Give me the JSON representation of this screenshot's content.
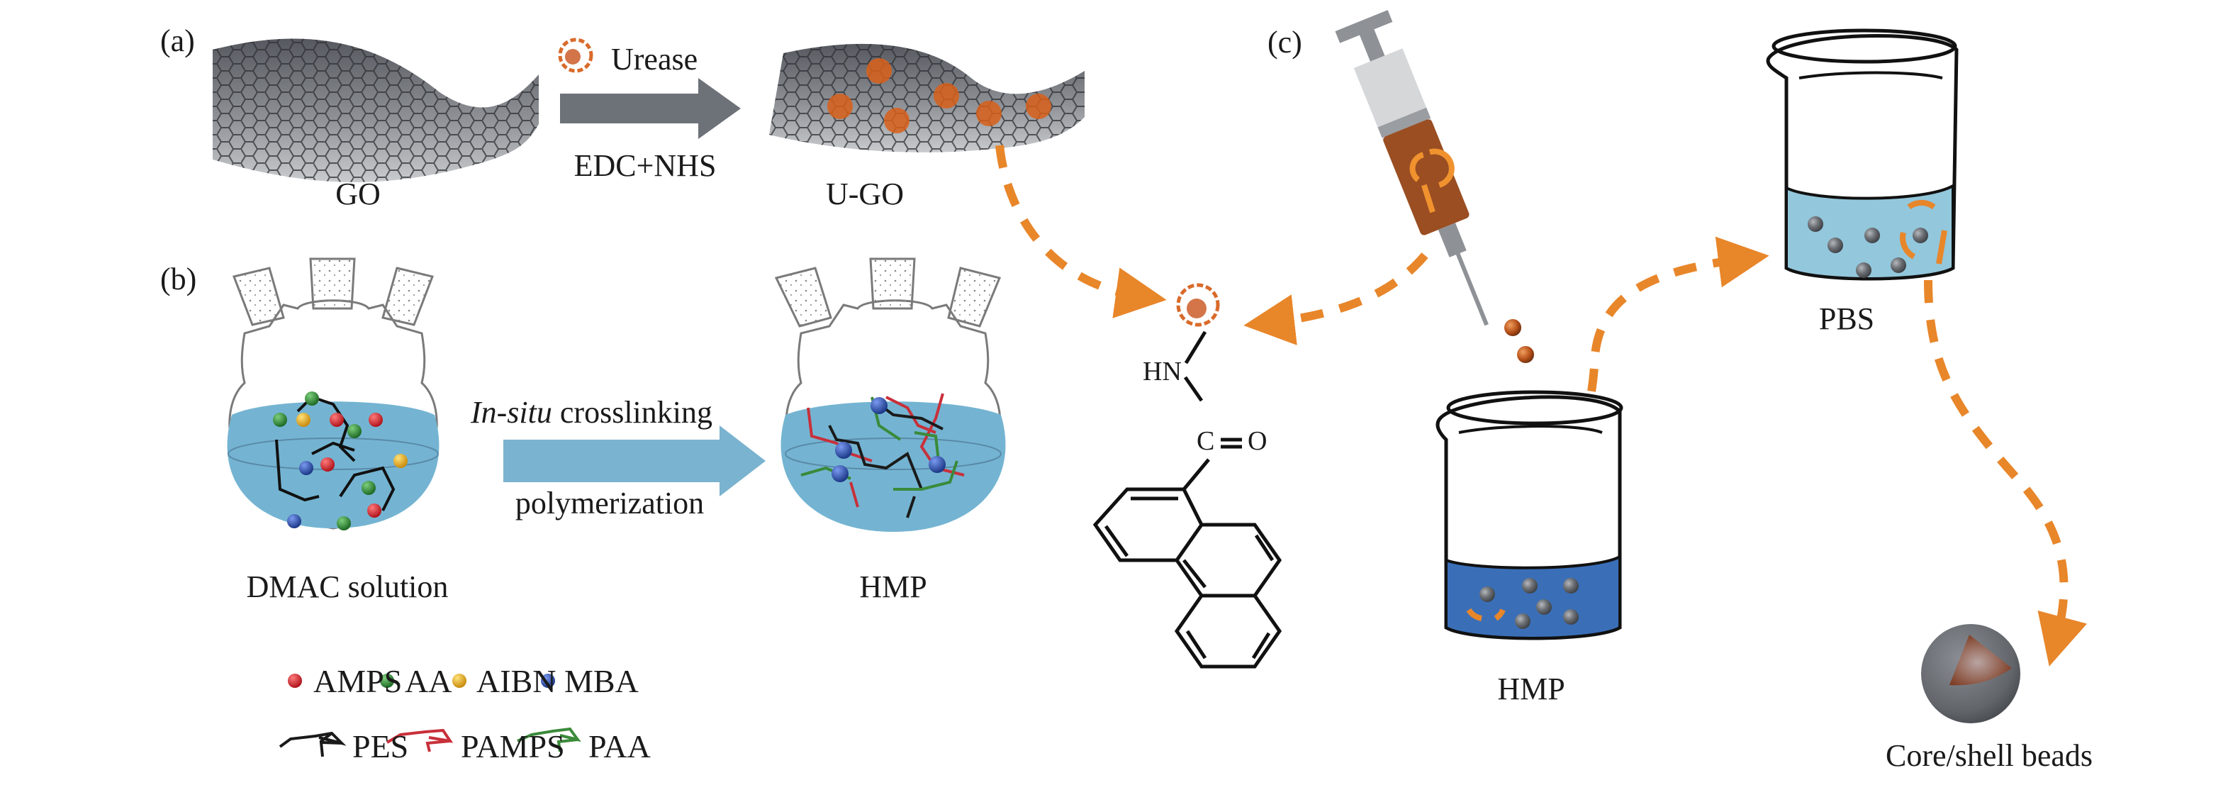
{
  "figure": {
    "panels": {
      "a": {
        "label": "(a)",
        "start_material": "GO",
        "reagent": "Urease",
        "conditions": "EDC+NHS",
        "product": "U-GO"
      },
      "b": {
        "label": "(b)",
        "start_label": "DMAC solution",
        "process_italic": "In-situ",
        "process_rest": " crosslinking",
        "process_line2": "polymerization",
        "product": "HMP",
        "legend": {
          "monomers": [
            {
              "name": "AMPS",
              "color": "#c0222a"
            },
            {
              "name": "AA",
              "color": "#2e7d32"
            },
            {
              "name": "AIBN",
              "color": "#e0a81a"
            },
            {
              "name": "MBA",
              "color": "#2848a0"
            }
          ],
          "polymers": [
            {
              "name": "PES",
              "color": "#1a1a1a"
            },
            {
              "name": "PAMPS",
              "color": "#c8303a"
            },
            {
              "name": "PAA",
              "color": "#3a8a3a"
            }
          ]
        }
      },
      "c": {
        "label": "(c)",
        "molecule_hn": "HN",
        "molecule_c": "C",
        "molecule_o": "O",
        "beaker1_label": "HMP",
        "beaker2_label": "PBS",
        "product_label": "Core/shell beads"
      }
    },
    "colors": {
      "arrow_orange": "#e8862a",
      "graphene_grey": "#6b6e73",
      "process_arrow_grey": "#6d7178",
      "process_arrow_blue": "#7ab3cf",
      "flask_liquid": "#74b4d2",
      "hmp_liquid": "#3a6fb8",
      "pbs_liquid": "#93c7dc",
      "syringe_brown": "#9a4e22",
      "bead_grey": "#6a6d72",
      "bead_core": "#8a4a30",
      "urease": "#d96a2a"
    }
  }
}
